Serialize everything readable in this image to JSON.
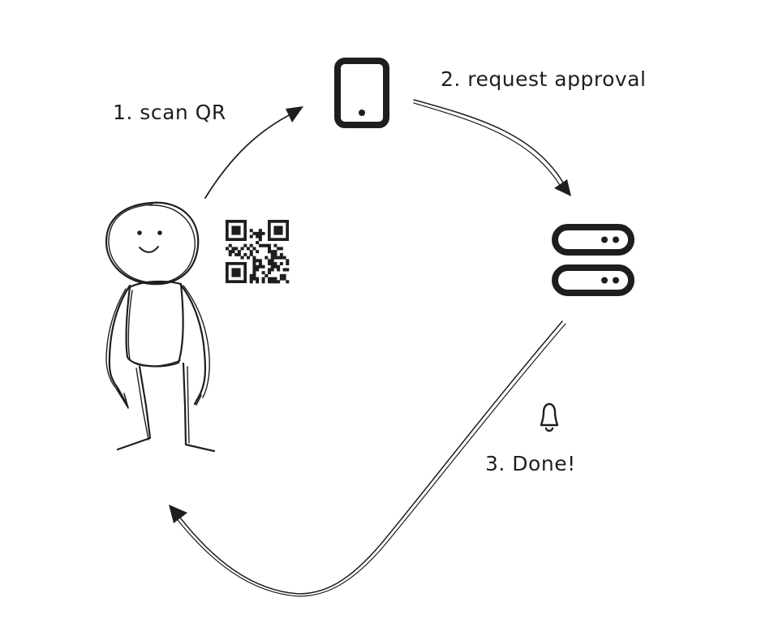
{
  "steps": {
    "scan_label": "1. scan QR",
    "request_label": "2. request approval",
    "done_label": "3. Done!"
  },
  "icons": {
    "user": "person-icon",
    "qr": "qr-code-icon",
    "phone": "mobile-device-icon",
    "server": "server-icon",
    "notification": "bell-icon"
  },
  "colors": {
    "ink": "#1e1e1e",
    "background": "#ffffff"
  }
}
